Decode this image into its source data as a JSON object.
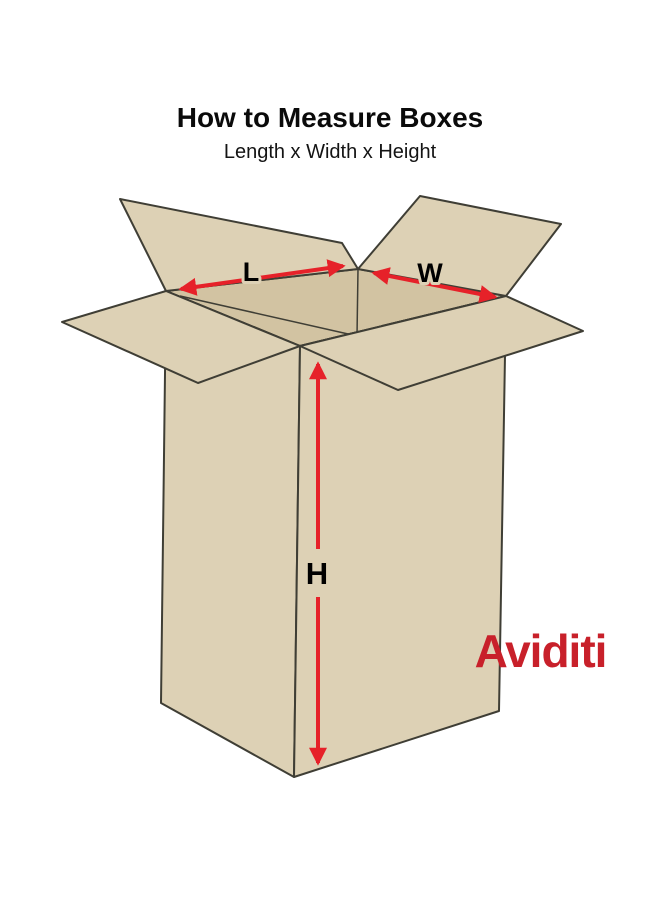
{
  "header": {
    "title": "How to Measure Boxes",
    "subtitle": "Length x Width x Height"
  },
  "diagram": {
    "length_label": "L",
    "width_label": "W",
    "height_label": "H",
    "brand": "Aviditi",
    "colors": {
      "arrow_red": "#e62129",
      "brand_red": "#c8202a",
      "cardboard": "#ddd1b5",
      "cardboard_shadow": "#d2c3a2",
      "outline": "#3f3e35",
      "background": "#ffffff",
      "label_text": "#000000"
    }
  }
}
